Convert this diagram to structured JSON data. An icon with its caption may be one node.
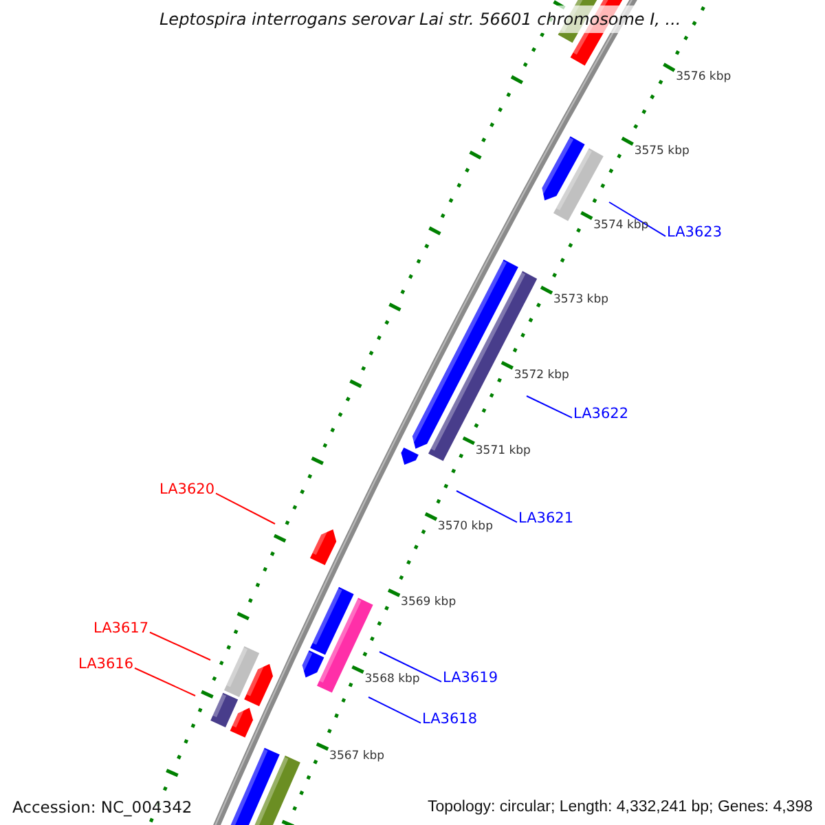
{
  "diagram": {
    "title": "Leptospira interrogans serovar Lai str. 56601 chromosome I, ...",
    "nodes": [
      {
        "text": [
          "LA3623"
        ]
      },
      {
        "text": [
          "LA3622"
        ]
      },
      {
        "text": [
          "LA3620"
        ]
      },
      {
        "text": [
          "LA3621"
        ]
      },
      {
        "text": [
          "LA3617"
        ]
      },
      {
        "text": [
          "LA3616"
        ]
      },
      {
        "text": [
          "LA3619"
        ]
      },
      {
        "text": [
          "LA3618"
        ]
      }
    ],
    "edges": [
      {
        "from": 0,
        "to": null,
        "arrow": "none",
        "color": "#0000ff"
      },
      {
        "from": 1,
        "to": null,
        "arrow": "none",
        "color": "#0000ff"
      },
      {
        "from": 2,
        "to": null,
        "arrow": "none",
        "color": "#ff0000"
      },
      {
        "from": 3,
        "to": null,
        "arrow": "none",
        "color": "#0000ff"
      },
      {
        "from": 4,
        "to": null,
        "arrow": "none",
        "color": "#ff0000"
      },
      {
        "from": 5,
        "to": null,
        "arrow": "none",
        "color": "#ff0000"
      },
      {
        "from": 6,
        "to": null,
        "arrow": "none",
        "color": "#0000ff"
      },
      {
        "from": 7,
        "to": null,
        "arrow": "none",
        "color": "#0000ff"
      }
    ],
    "labels": [
      "3576 kbp",
      "3575 kbp",
      "3574 kbp",
      "3573 kbp",
      "3572 kbp",
      "3571 kbp",
      "3570 kbp",
      "3569 kbp",
      "3568 kbp",
      "3567 kbp",
      "Accession: NC_004342",
      "Topology: circular; Length: 4,332,241 bp; Genes: 4,398"
    ]
  }
}
